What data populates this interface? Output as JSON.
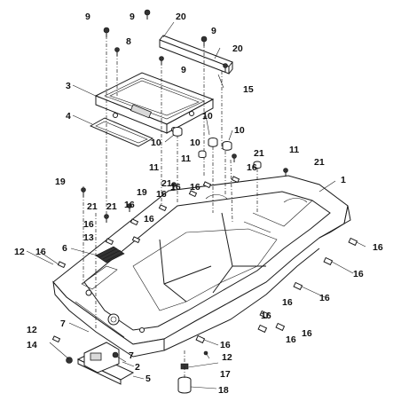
{
  "labels": [
    "1",
    "2",
    "3",
    "4",
    "5",
    "6",
    "7",
    "7",
    "8",
    "9",
    "9",
    "9",
    "9",
    "10",
    "10",
    "10",
    "10",
    "11",
    "11",
    "11",
    "12",
    "12",
    "12",
    "13",
    "14",
    "15",
    "16",
    "16",
    "16",
    "16",
    "16",
    "16",
    "16",
    "16",
    "16",
    "16",
    "16",
    "16",
    "16",
    "16",
    "16",
    "16",
    "17",
    "18",
    "19",
    "19",
    "20",
    "20",
    "21",
    "21",
    "21",
    "21",
    "21"
  ]
}
